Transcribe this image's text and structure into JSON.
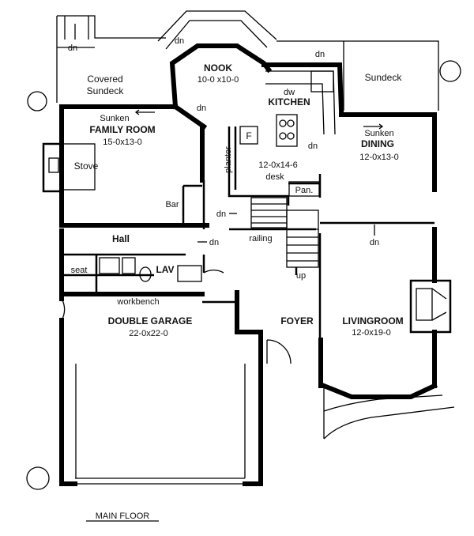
{
  "labels": {
    "covered_sundeck_1": "Covered",
    "covered_sundeck_2": "Sundeck",
    "nook_title": "NOOK",
    "nook_dim": "10-0 x10-0",
    "kitchen_title": "KITCHEN",
    "kitchen_dim": "12-0x14-6",
    "dw": "dw",
    "sundeck": "Sundeck",
    "family_sunken": "Sunken",
    "family_title": "FAMILY ROOM",
    "family_dim": "15-0x13-0",
    "stove": "Stove",
    "planter": "planter",
    "fridge": "F",
    "dining_sunken": "Sunken",
    "dining_title": "DINING",
    "dining_dim": "12-0x13-0",
    "desk": "desk",
    "pantry": "Pan.",
    "bar": "Bar",
    "hall": "Hall",
    "seat": "seat",
    "lav": "LAV",
    "railing": "railing",
    "up": "up",
    "workbench": "workbench",
    "garage_title": "DOUBLE GARAGE",
    "garage_dim": "22-0x22-0",
    "foyer": "FOYER",
    "living_title": "LIVINGROOM",
    "living_dim": "12-0x19-0",
    "dn": "dn",
    "floor_title": "MAIN FLOOR"
  }
}
